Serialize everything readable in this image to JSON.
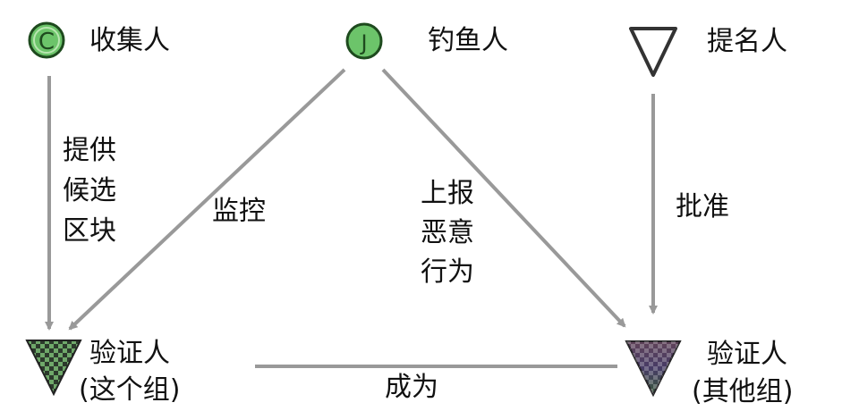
{
  "nodes": {
    "collector": "收集人",
    "fisherman": "钓鱼人",
    "nominator": "提名人",
    "validator_this": [
      "验证人",
      "(这个组)"
    ],
    "validator_other": [
      "验证人",
      "(其他组)"
    ]
  },
  "edges": {
    "provide_block": [
      "提供",
      "候选",
      "区块"
    ],
    "monitor": "监控",
    "report": [
      "上报",
      "恶意",
      "行为"
    ],
    "approve": "批准",
    "become": "成为"
  },
  "icons": {
    "collector": "C",
    "fisherman": "J"
  },
  "colors": {
    "node_green": "#6cc46a",
    "node_dark": "#1e4a1e",
    "arrow": "#999999"
  }
}
